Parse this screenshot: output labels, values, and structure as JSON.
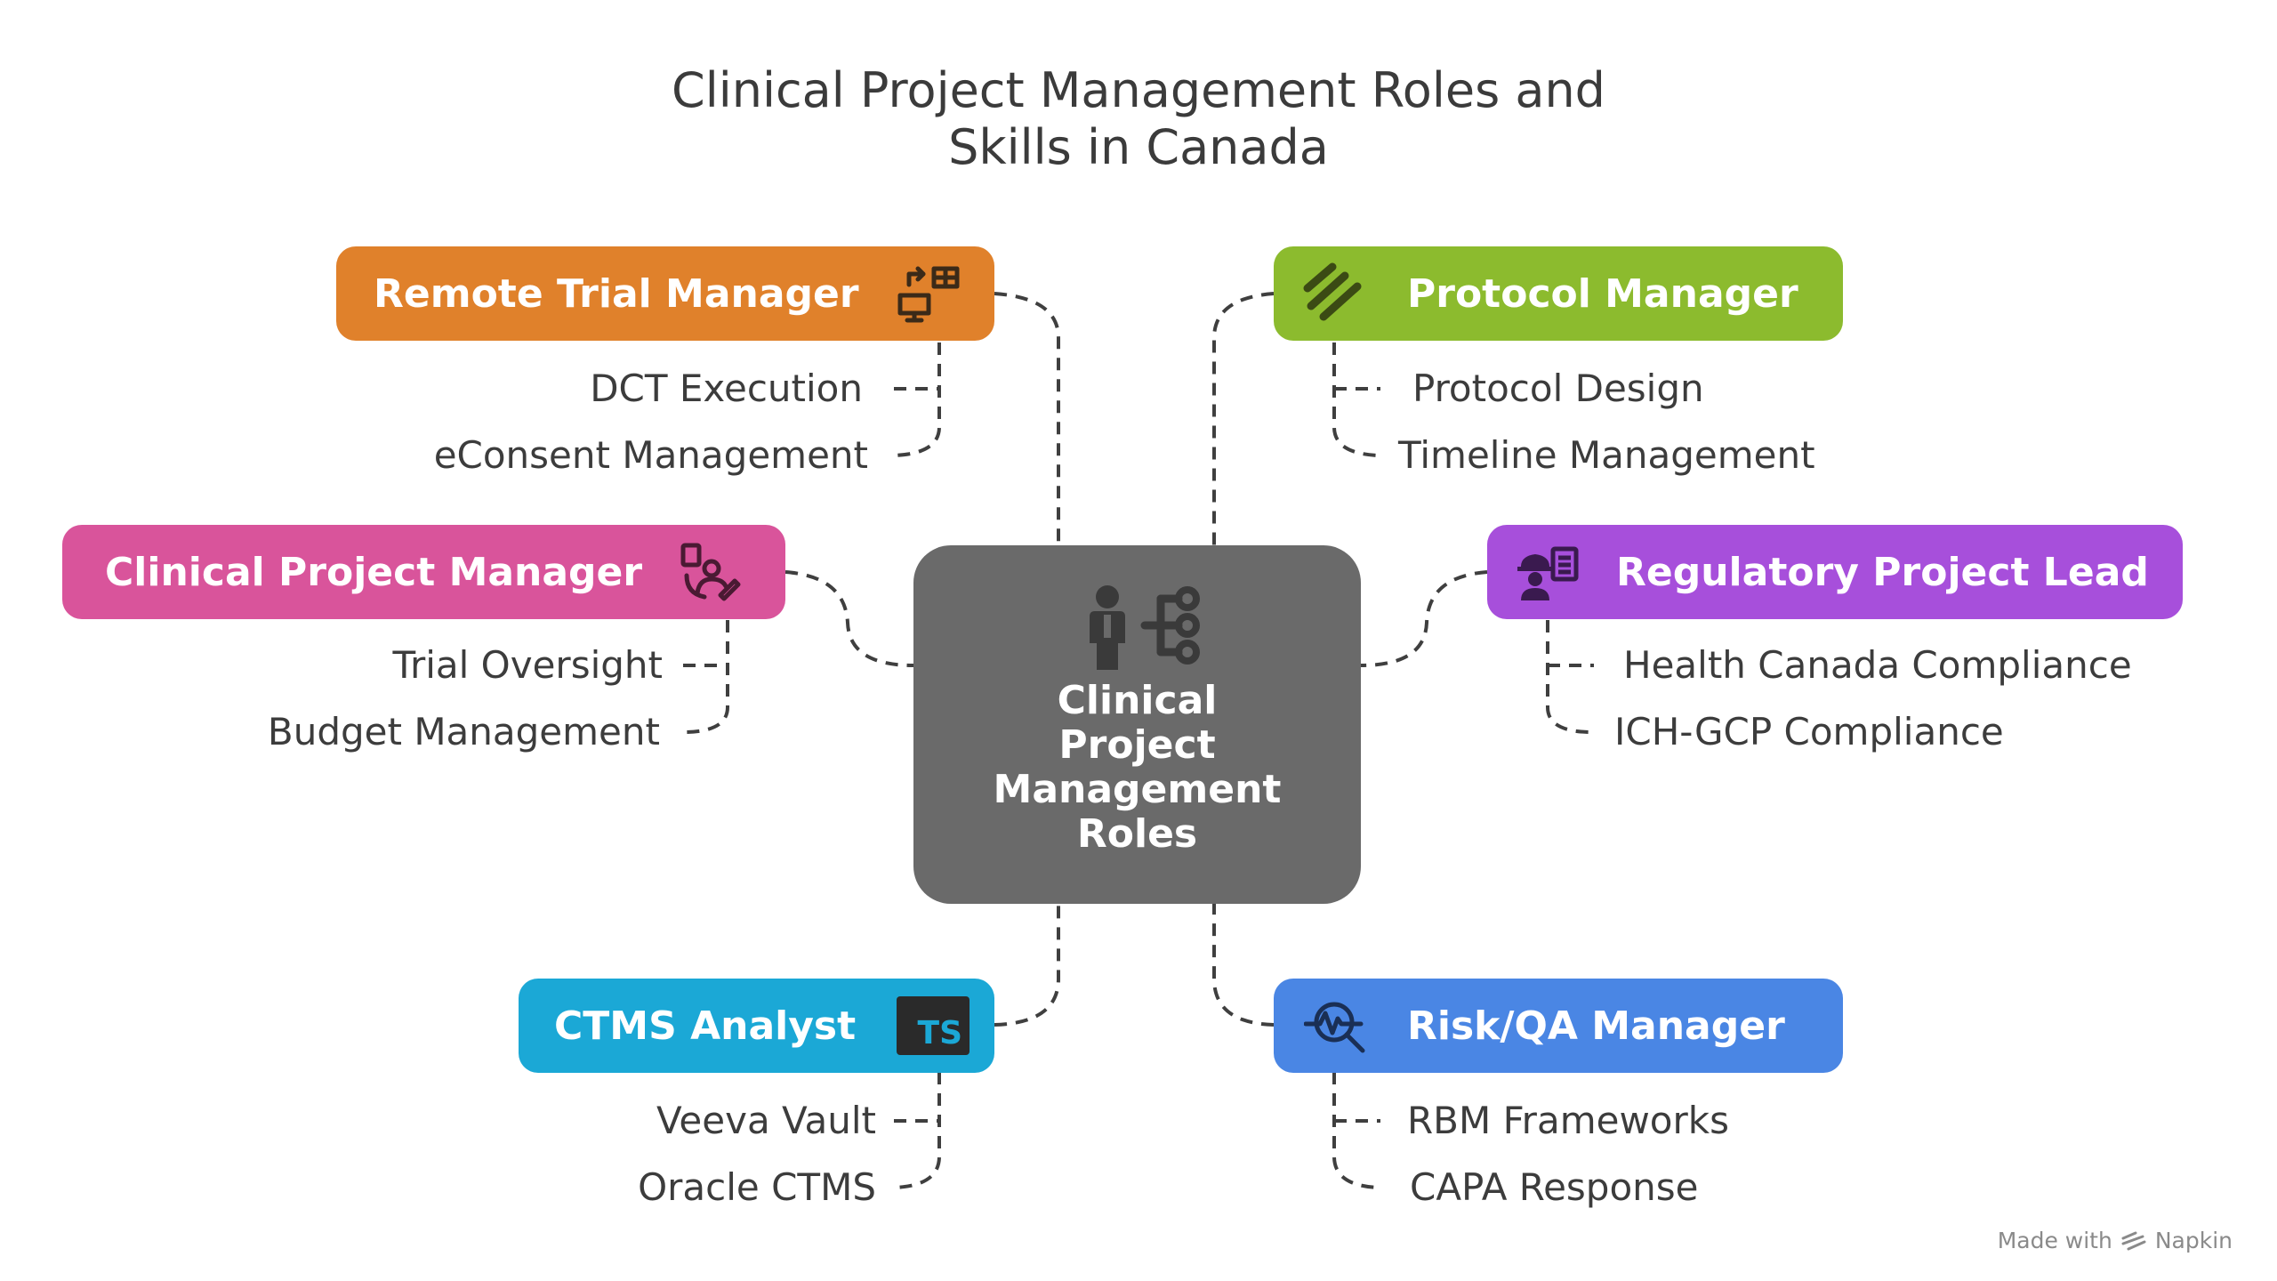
{
  "title_line1": "Clinical Project Management Roles and",
  "title_line2": "Skills in Canada",
  "center": {
    "lines": [
      "Clinical",
      "Project",
      "Management",
      "Roles"
    ]
  },
  "roles": {
    "remote": {
      "label": "Remote Trial Manager",
      "color": "#E0812B",
      "icon": "remote-monitor-icon",
      "skills": [
        "DCT Execution",
        "eConsent Management"
      ]
    },
    "protocol": {
      "label": "Protocol Manager",
      "color": "#8CBB2E",
      "icon": "stripes-icon",
      "skills": [
        "Protocol Design",
        "Timeline Management"
      ]
    },
    "cpm": {
      "label": "Clinical Project Manager",
      "color": "#D9549B",
      "icon": "person-document-icon",
      "skills": [
        "Trial Oversight",
        "Budget Management"
      ]
    },
    "regulatory": {
      "label": "Regulatory Project Lead",
      "color": "#A74FDB",
      "icon": "worker-clipboard-icon",
      "skills": [
        "Health Canada Compliance",
        "ICH-GCP Compliance"
      ]
    },
    "ctms": {
      "label": "CTMS Analyst",
      "color": "#1BA8D6",
      "icon": "ts-badge-icon",
      "badge": "TS",
      "skills": [
        "Veeva Vault",
        "Oracle CTMS"
      ]
    },
    "risk": {
      "label": "Risk/QA Manager",
      "color": "#4A86E4",
      "icon": "magnify-pulse-icon",
      "skills": [
        "RBM Frameworks",
        "CAPA Response"
      ]
    }
  },
  "footer": {
    "made_with": "Made with",
    "brand": "Napkin"
  }
}
